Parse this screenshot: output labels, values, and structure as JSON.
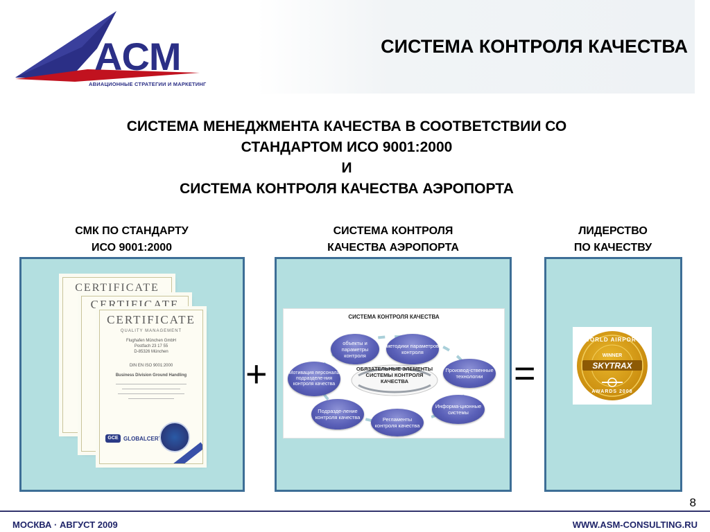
{
  "header": {
    "logo_text": "ACM",
    "logo_subtitle": "АВИАЦИОННЫЕ СТРАТЕГИИ И МАРКЕТИНГ",
    "title": "СИСТЕМА КОНТРОЛЯ КАЧЕСТВА"
  },
  "headline": {
    "line1": "СИСТЕМА МЕНЕДЖМЕНТА КАЧЕСТВА В СООТВЕТСТВИИ СО",
    "line2": "СТАНДАРТОМ ИСО 9001:2000",
    "line3": "И",
    "line4": "СИСТЕМА КОНТРОЛЯ КАЧЕСТВА АЭРОПОРТА"
  },
  "columns": [
    {
      "line1": "СМК ПО СТАНДАРТУ",
      "line2": "ИСО 9001:2000"
    },
    {
      "line1": "СИСТЕМА КОНТРОЛЯ",
      "line2": "КАЧЕСТВА АЭРОПОРТА"
    },
    {
      "line1": "ЛИДЕРСТВО",
      "line2": "ПО КАЧЕСТВУ"
    }
  ],
  "operators": {
    "plus": "+",
    "equals": "="
  },
  "certificate": {
    "title": "CERTIFICATE",
    "subtitle": "QUALITY MANAGEMENT",
    "company_lines": [
      "Flughafen München GmbH",
      "Postfach 23 17 55",
      "D-85326 München"
    ],
    "standard": "DIN EN ISO 9001:2000",
    "scope": "Business Division Ground Handling",
    "logo_mark": "GCE",
    "logo_text": "GLOBALCERT"
  },
  "diagram": {
    "title": "СИСТЕМА КОНТРОЛЯ КАЧЕСТВА",
    "center": "ОБЯЗАТЕЛЬНЫЕ ЭЛЕМЕНТЫ СИСТЕМЫ КОНТРОЛЯ КАЧЕСТВА",
    "nodes": [
      "объекты и параметры контроля",
      "методики параметров контроля",
      "Производ-ственные технологии",
      "Информа-ционные системы",
      "Регламенты контроля качества",
      "Подразде-ление контроля качества",
      "Мотивация персонала подразделе-ния контроля качества"
    ]
  },
  "award": {
    "top": "WORLD AIRPORT",
    "winner": "WINNER",
    "brand": "SKYTRAX",
    "bottom": "AWARDS 2008"
  },
  "page_number": "8",
  "footer": {
    "left": "МОСКВА · АВГУСТ  2009",
    "right": "WWW.ASM-CONSULTING.RU"
  },
  "colors": {
    "brand_navy": "#2b2f86",
    "logo_red": "#c1121f",
    "panel_fill": "#b3dfe0",
    "panel_border": "#3d6e96",
    "node_purple": "#5a60b8",
    "award_gold": "#c98c0e"
  }
}
